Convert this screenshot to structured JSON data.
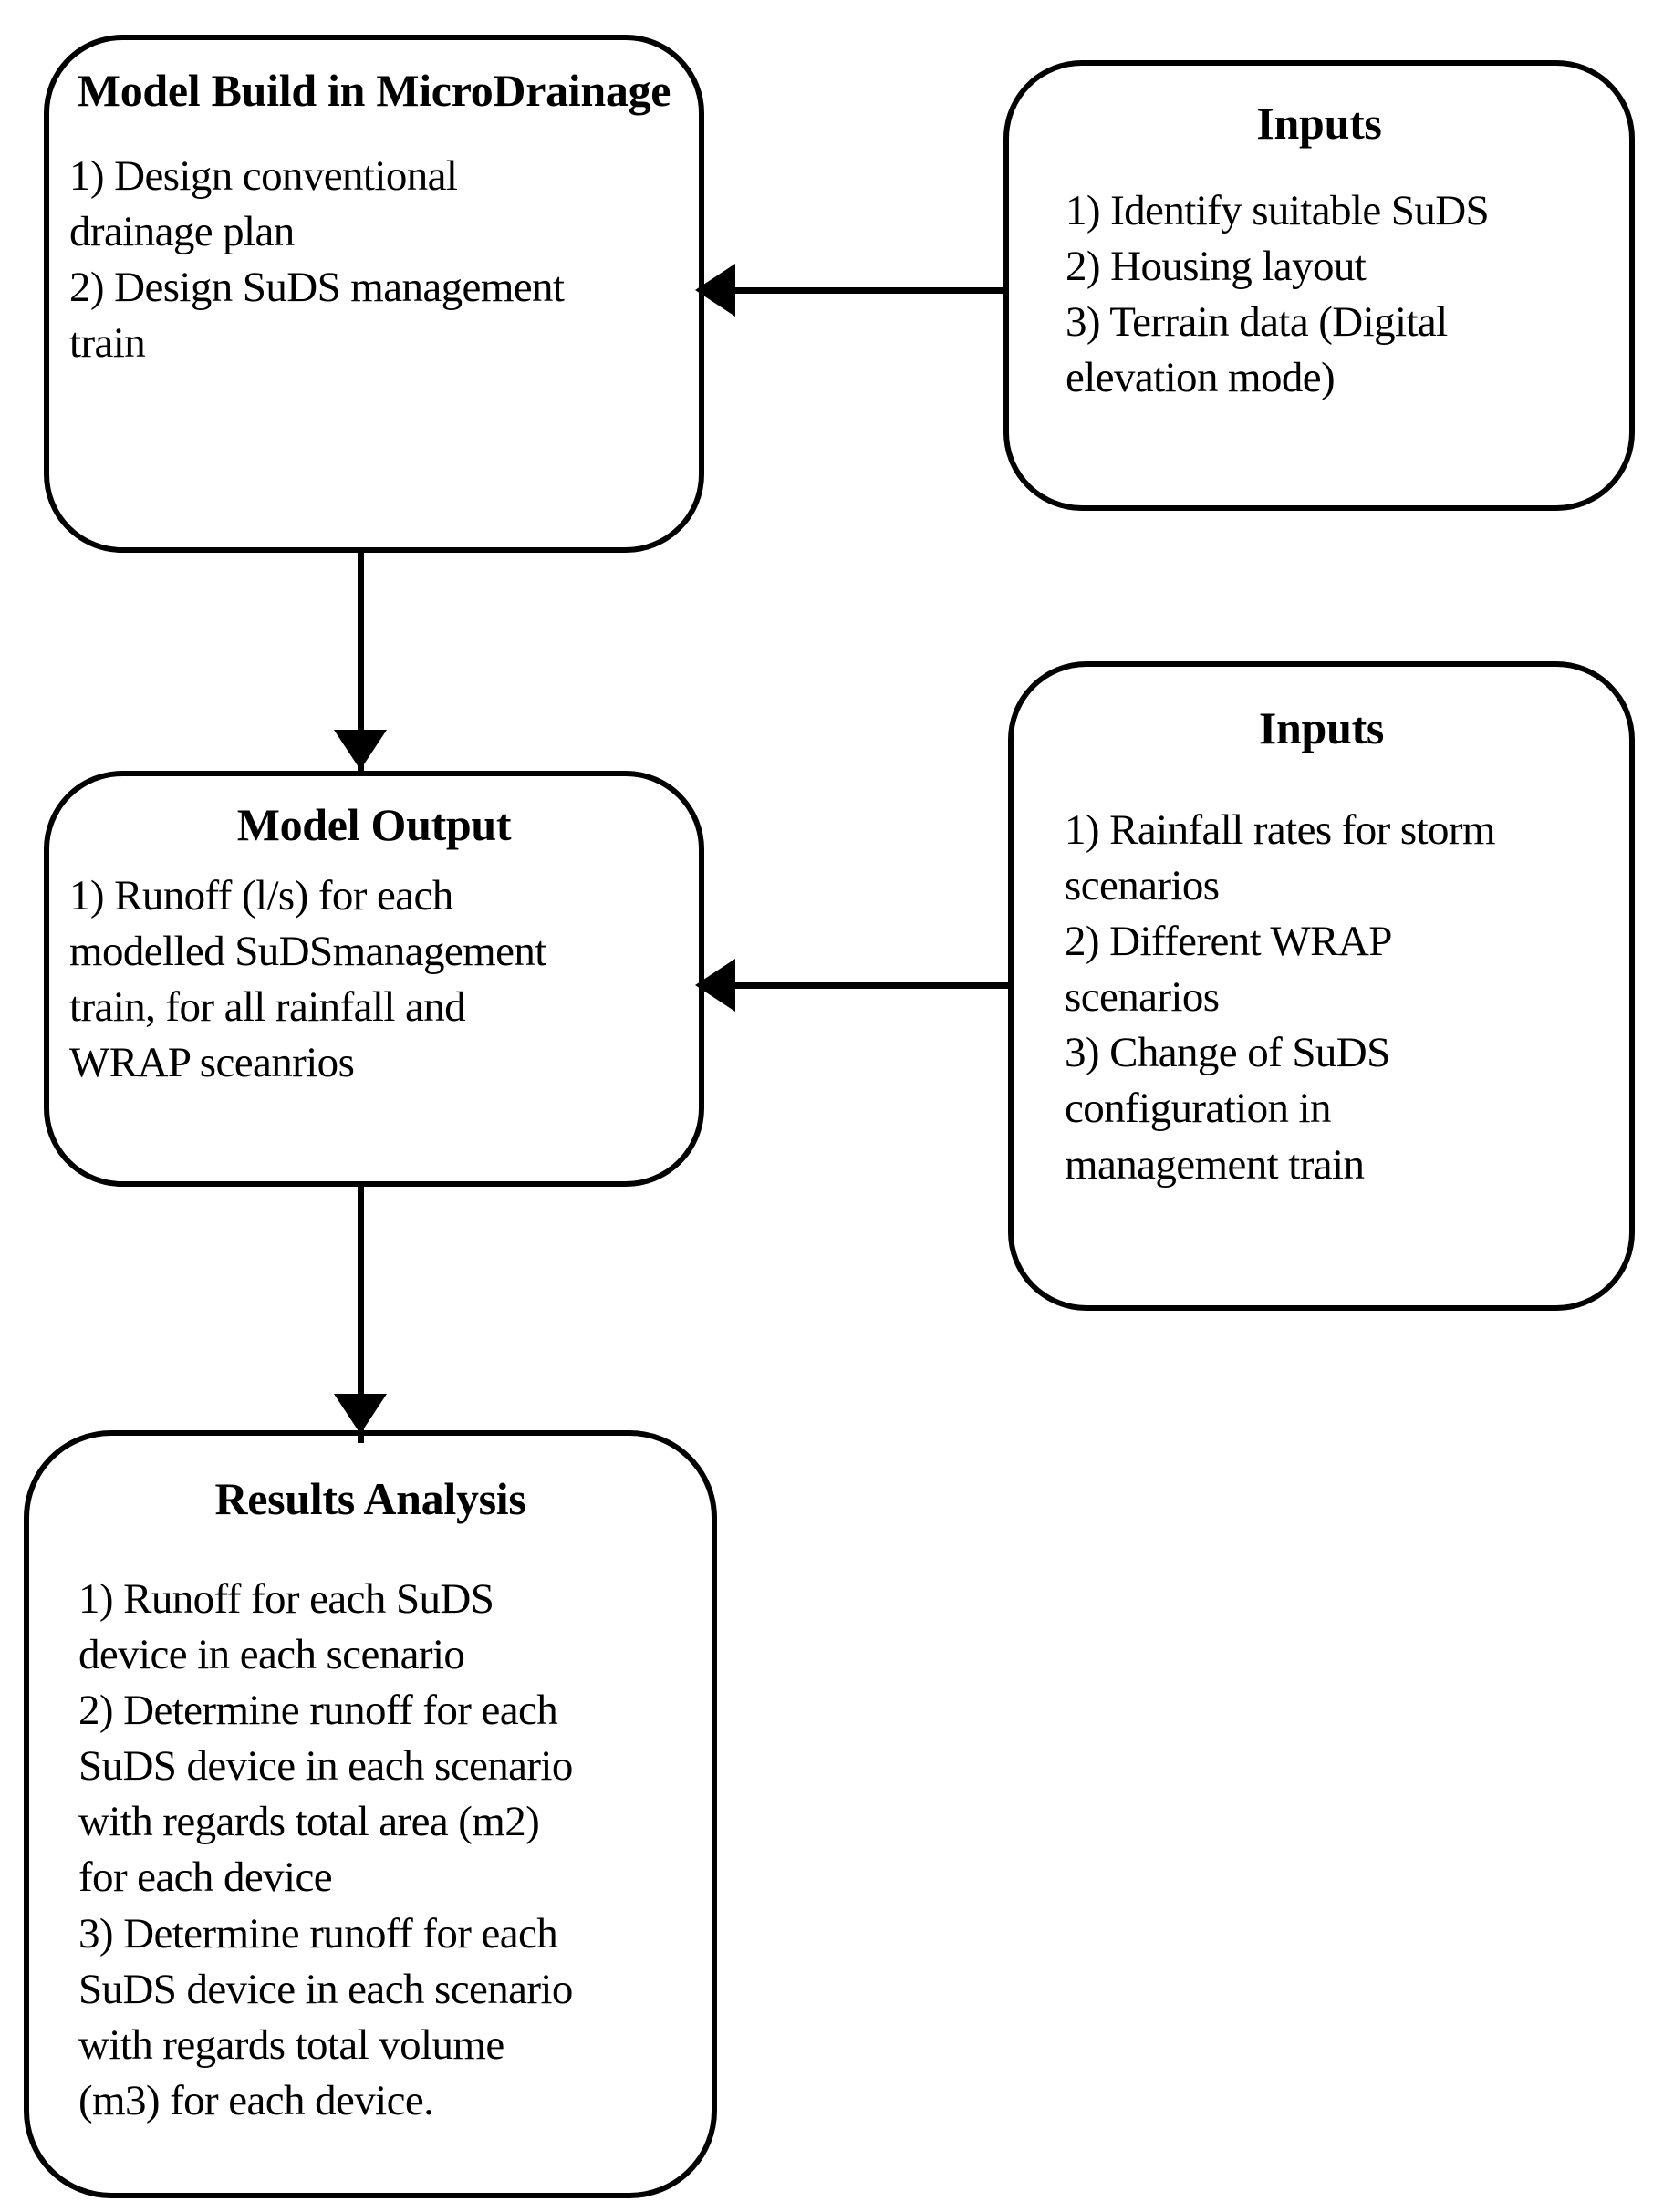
{
  "diagram": {
    "title": "SuDS Modelling Methodology Flowchart",
    "stroke_color": "#000000",
    "background_color": "#ffffff",
    "nodes": [
      {
        "id": "model-build",
        "title": "Model Build in\nMicroDrainage",
        "body": "1) Design conventional\ndrainage plan\n2) Design SuDS management\ntrain"
      },
      {
        "id": "inputs-1",
        "title": "Inputs",
        "body": "1) Identify suitable SuDS\n2) Housing layout\n3) Terrain data (Digital\nelevation mode)"
      },
      {
        "id": "model-output",
        "title": "Model Output",
        "body": "1) Runoff (l/s) for each\nmodelled SuDSmanagement\ntrain, for all rainfall and\nWRAP sceanrios"
      },
      {
        "id": "inputs-2",
        "title": "Inputs",
        "body": "1) Rainfall rates for storm\nscenarios\n2) Different WRAP\nscenarios\n3) Change of SuDS\nconfiguration in\nmanagement train"
      },
      {
        "id": "results-analysis",
        "title": "Results Analysis",
        "body": "1) Runoff for each SuDS\ndevice in each scenario\n2) Determine runoff for each\nSuDS device in each scenario\nwith regards total area (m2)\nfor each device\n3) Determine runoff for each\nSuDS device in each scenario\nwith regards total volume\n(m3) for each device."
      }
    ],
    "connectors": [
      {
        "id": "build-to-output",
        "from": "model-build",
        "to": "model-output",
        "direction": "down"
      },
      {
        "id": "output-to-results",
        "from": "model-output",
        "to": "results-analysis",
        "direction": "down"
      },
      {
        "id": "inputs1-to-build",
        "from": "inputs-1",
        "to": "model-build",
        "direction": "left"
      },
      {
        "id": "inputs2-to-output",
        "from": "inputs-2",
        "to": "model-output",
        "direction": "left"
      }
    ]
  }
}
